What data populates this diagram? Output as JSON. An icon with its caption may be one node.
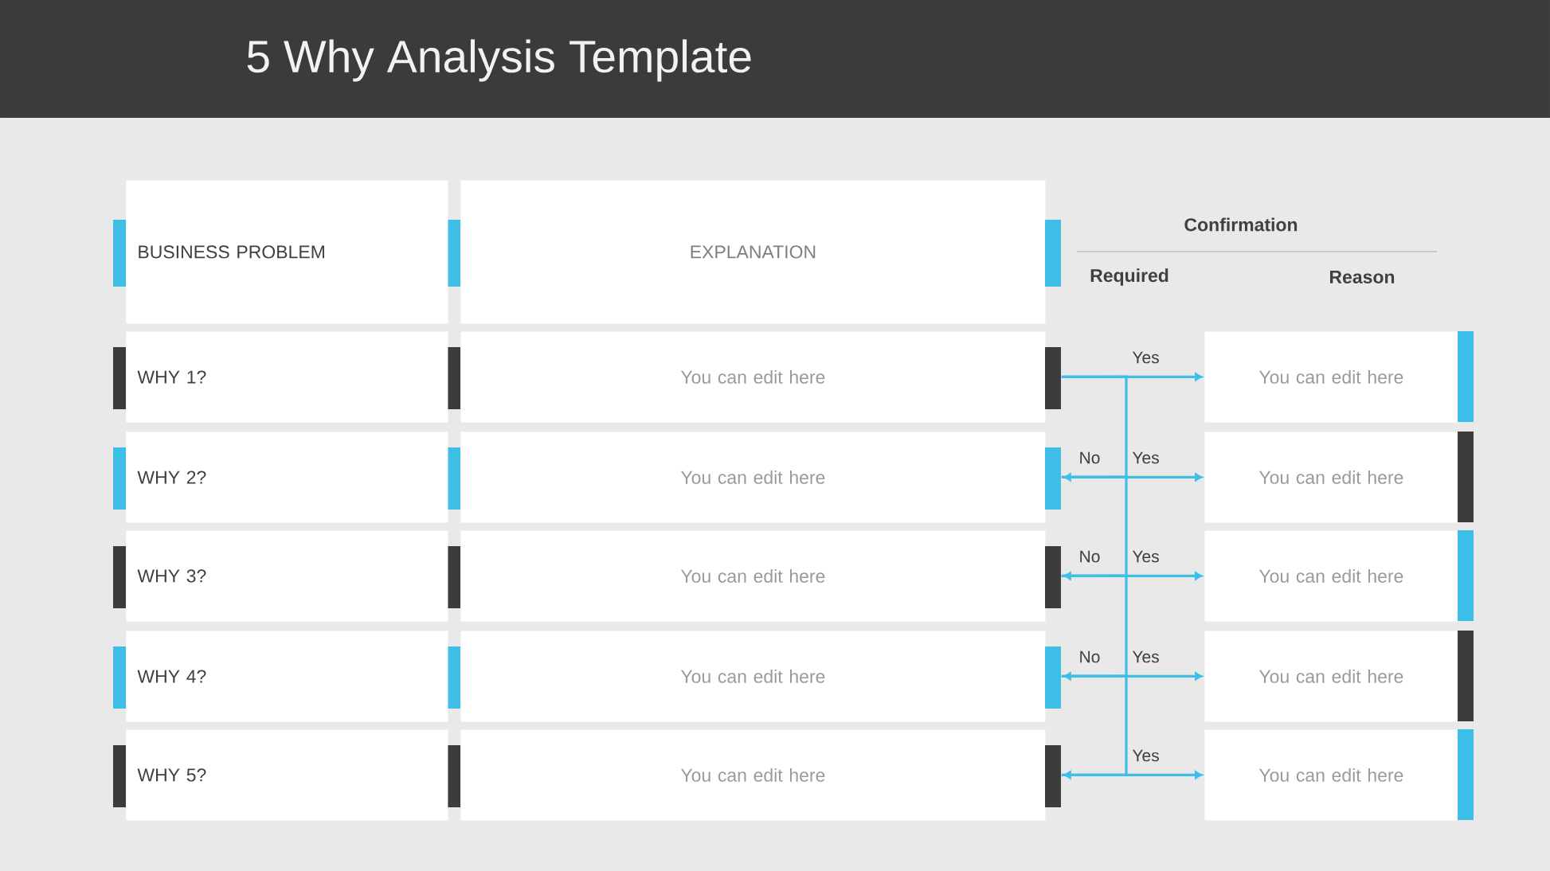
{
  "diagram": {
    "title": "5 Why Analysis Template",
    "nodes": [
      {
        "text": [
          "BUSINESS PROBLEM"
        ]
      },
      {
        "text": [
          "EXPLANATION"
        ]
      },
      {
        "text": [
          "WHY 1?"
        ]
      },
      {
        "text": [
          "You can edit here"
        ]
      },
      {
        "text": [
          "WHY 2?"
        ]
      },
      {
        "text": [
          "You can edit here"
        ]
      },
      {
        "text": [
          "WHY 3?"
        ]
      },
      {
        "text": [
          "You can edit here"
        ]
      },
      {
        "text": [
          "WHY 4?"
        ]
      },
      {
        "text": [
          "You can edit here"
        ]
      },
      {
        "text": [
          "WHY 5?"
        ]
      },
      {
        "text": [
          "You can edit here"
        ]
      },
      {
        "text": [
          "You can edit here"
        ]
      },
      {
        "text": [
          "You can edit here"
        ]
      },
      {
        "text": [
          "You can edit here"
        ]
      },
      {
        "text": [
          "You can edit here"
        ]
      },
      {
        "text": [
          "You can edit here"
        ]
      }
    ],
    "edges": [
      {
        "from": 3,
        "to": 12,
        "arrow": "to",
        "label": "Yes"
      },
      {
        "from": 3,
        "to": 5,
        "arrow": "to",
        "label": "No"
      },
      {
        "from": 5,
        "to": 13,
        "arrow": "to",
        "label": "Yes"
      },
      {
        "from": 5,
        "to": 7,
        "arrow": "to",
        "label": "No"
      },
      {
        "from": 7,
        "to": 14,
        "arrow": "to",
        "label": "Yes"
      },
      {
        "from": 7,
        "to": 9,
        "arrow": "to",
        "label": "No"
      },
      {
        "from": 9,
        "to": 15,
        "arrow": "to",
        "label": "Yes"
      },
      {
        "from": 9,
        "to": 11,
        "arrow": "to"
      },
      {
        "from": 11,
        "to": 16,
        "arrow": "to",
        "label": "Yes"
      }
    ],
    "labels": [
      "Confirmation",
      "Required",
      "Reason"
    ]
  }
}
